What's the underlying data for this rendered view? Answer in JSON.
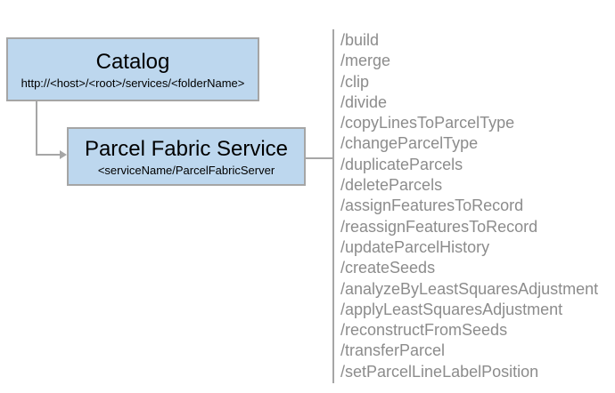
{
  "catalog_box": {
    "title": "Catalog",
    "subtitle": "http://<host>/<root>/services/<folderName>"
  },
  "service_box": {
    "title": "Parcel Fabric Service",
    "subtitle": "<serviceName/ParcelFabricServer"
  },
  "endpoints": {
    "items": [
      "/build",
      "/merge",
      "/clip",
      "/divide",
      "/copyLinesToParcelType",
      "/changeParcelType",
      "/duplicateParcels",
      "/deleteParcels",
      "/assignFeaturesToRecord",
      "/reassignFeaturesToRecord",
      "/updateParcelHistory",
      "/createSeeds",
      "/analyzeByLeastSquaresAdjustment",
      "/applyLeastSquaresAdjustment",
      "/reconstructFromSeeds",
      "/transferParcel",
      "/setParcelLineLabelPosition"
    ]
  },
  "colors": {
    "box_fill": "#bdd7ee",
    "box_border": "#a5a5a5",
    "connector": "#a6a6a6",
    "endpoint_text": "#8c8c8c",
    "title_text": "#000000"
  }
}
